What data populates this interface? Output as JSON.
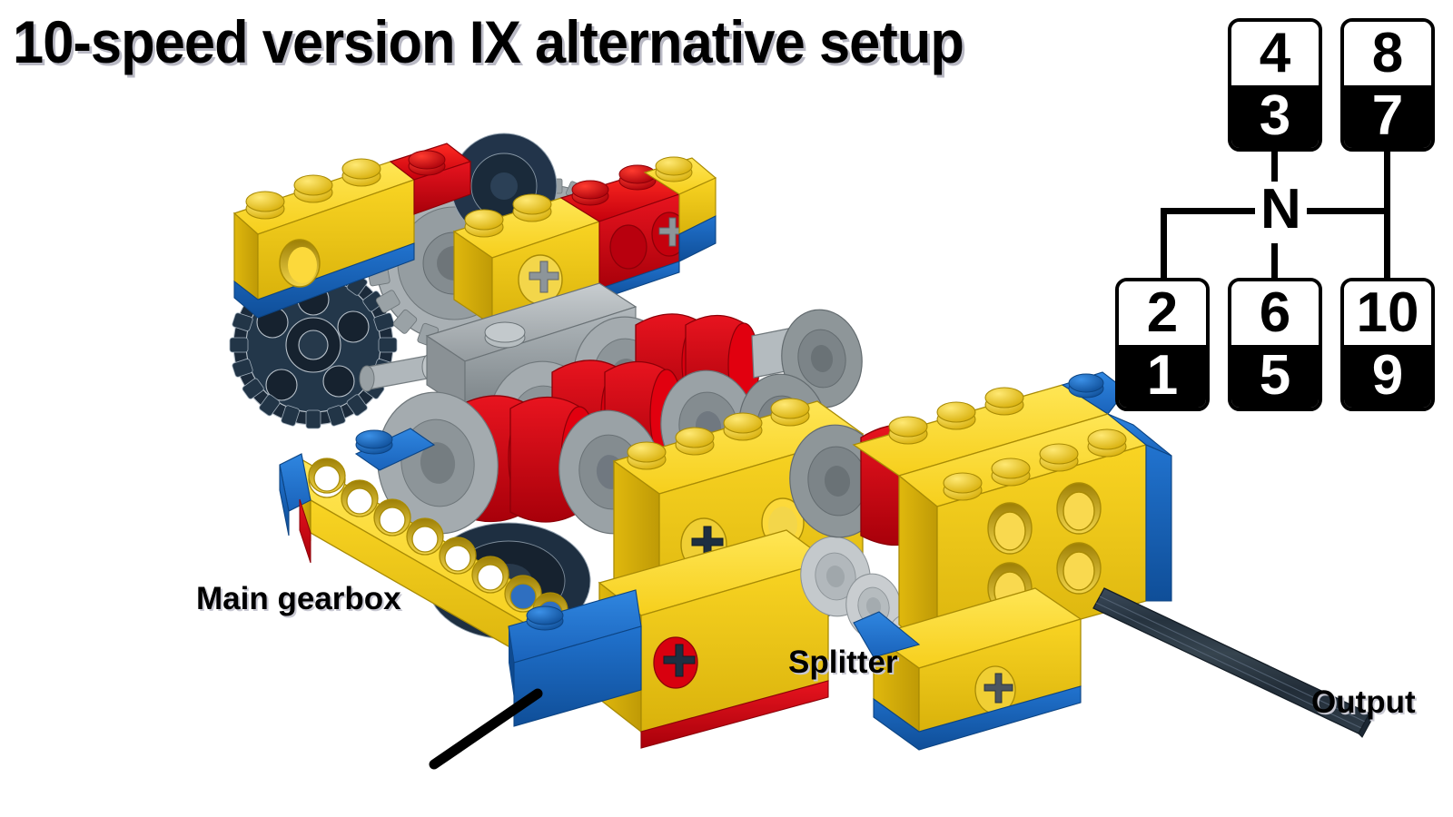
{
  "title": "10-speed version IX alternative setup",
  "labels": {
    "main_gearbox": "Main gearbox",
    "splitter": "Splitter",
    "output": "Output"
  },
  "shift_pattern": {
    "neutral": "N",
    "gates": [
      {
        "name": "gate-left",
        "upper": "2",
        "lower": "1"
      },
      {
        "name": "gate-upper-mid",
        "upper": "4",
        "lower": "3"
      },
      {
        "name": "gate-lower-mid",
        "upper": "6",
        "lower": "5"
      },
      {
        "name": "gate-upper-right",
        "upper": "8",
        "lower": "7"
      },
      {
        "name": "gate-lower-right",
        "upper": "10",
        "lower": "9"
      }
    ]
  },
  "colors": {
    "lego_yellow": "#f7d117",
    "lego_yellow_dark": "#d4ae0a",
    "lego_yellow_top": "#ffe14b",
    "lego_blue": "#1761b6",
    "lego_blue_dark": "#0f4a8f",
    "lego_red": "#e2000f",
    "lego_red_dark": "#aa000b",
    "lego_gray": "#9ba2a6",
    "lego_gray_dark": "#70787c",
    "lego_gray_light": "#c3c8cb",
    "lego_navy": "#1e2f41",
    "lego_navy_dark": "#16222f",
    "background": "#ffffff",
    "text": "#000000",
    "shadow": "#c8c8d2"
  },
  "model": {
    "type": "lego-technic-gearbox-render",
    "sections": [
      "main gearbox",
      "splitter",
      "output shaft"
    ]
  }
}
